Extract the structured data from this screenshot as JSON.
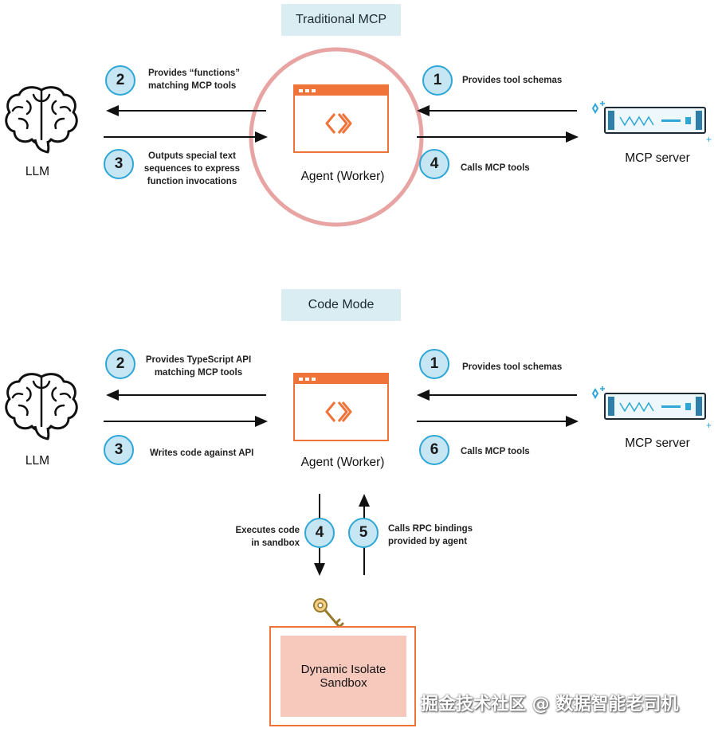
{
  "traditional": {
    "title": "Traditional MCP",
    "llm_label": "LLM",
    "agent_label": "Agent (Worker)",
    "server_label": "MCP server",
    "steps": [
      {
        "num": "1",
        "text": "Provides tool schemas"
      },
      {
        "num": "2",
        "text": "Provides “functions”\nmatching MCP tools"
      },
      {
        "num": "3",
        "text": "Outputs special text\nsequences to express\nfunction invocations"
      },
      {
        "num": "4",
        "text": "Calls MCP tools"
      }
    ],
    "colors": {
      "highlight_ring": "#e8a3a3"
    }
  },
  "code_mode": {
    "title": "Code Mode",
    "llm_label": "LLM",
    "agent_label": "Agent (Worker)",
    "server_label": "MCP server",
    "sandbox_label": "Dynamic Isolate\nSandbox",
    "steps": [
      {
        "num": "1",
        "text": "Provides tool schemas"
      },
      {
        "num": "2",
        "text": "Provides TypeScript API\nmatching MCP tools"
      },
      {
        "num": "3",
        "text": "Writes code against API"
      },
      {
        "num": "4",
        "text": "Executes code\nin sandbox"
      },
      {
        "num": "5",
        "text": "Calls RPC bindings\nprovided by agent"
      },
      {
        "num": "6",
        "text": "Calls MCP tools"
      }
    ]
  },
  "icons": [
    "brain-icon",
    "agent-window-icon",
    "server-icon",
    "sparkle-icon",
    "key-icon"
  ],
  "colors": {
    "accent_orange": "#f0733a",
    "badge_blue": "#2ea7d6",
    "title_bg": "#d9edf3"
  },
  "watermark": "掘金技术社区 @ 数据智能老司机"
}
